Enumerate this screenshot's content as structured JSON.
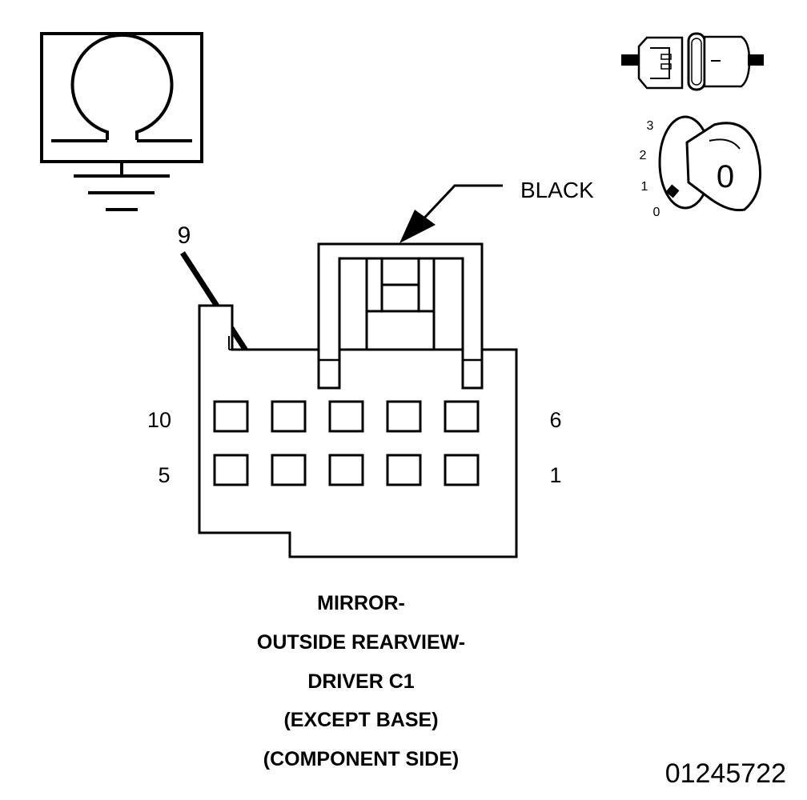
{
  "ohmmeter_icon": "ohmmeter-to-ground-icon",
  "connector_disconnect_icon": "connector-disconnect-icon",
  "ignition_key_icon": "ignition-key-off-icon",
  "ignition": {
    "positions": [
      "3",
      "2",
      "1",
      "0"
    ],
    "key_label": "0"
  },
  "connector": {
    "color_label": "BLACK",
    "probe_pin": "9",
    "row_labels": {
      "top_left": "10",
      "top_right": "6",
      "bottom_left": "5",
      "bottom_right": "1"
    }
  },
  "caption": {
    "line1": "MIRROR-",
    "line2": "OUTSIDE REARVIEW-",
    "line3": "DRIVER C1",
    "line4": "(EXCEPT BASE)",
    "line5": "(COMPONENT SIDE)"
  },
  "figure_id": "01245722"
}
